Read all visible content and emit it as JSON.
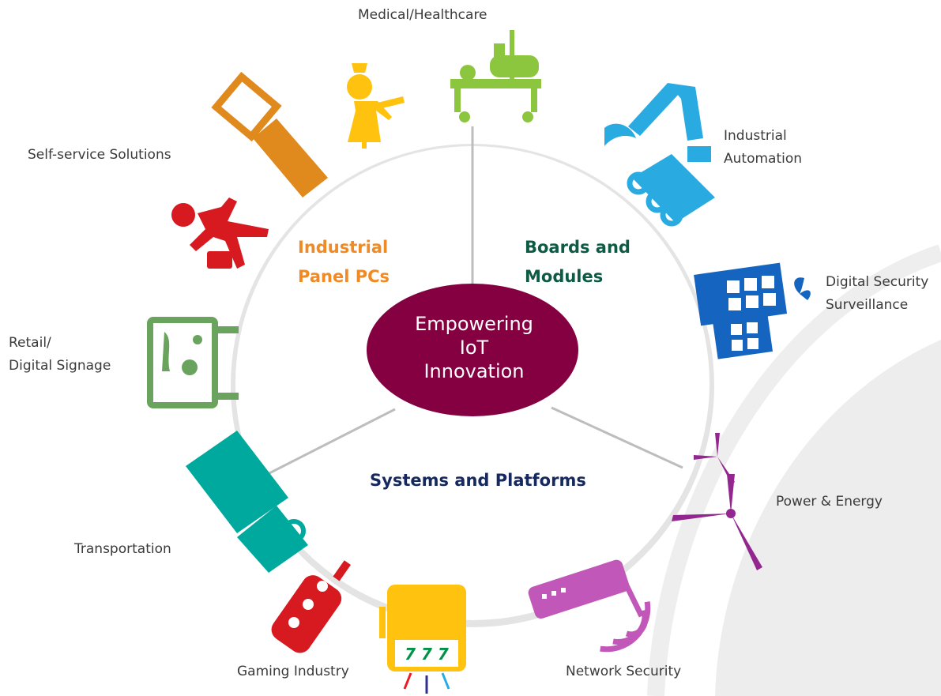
{
  "center": {
    "lines": [
      "Empowering",
      "IoT",
      "Innovation"
    ],
    "color": "#840041"
  },
  "sectors": [
    {
      "lines": [
        "Industrial",
        "Panel PCs"
      ],
      "color": "#f08a24"
    },
    {
      "lines": [
        "Boards and",
        "Modules"
      ],
      "color": "#0d5a45"
    },
    {
      "lines": [
        "Systems and Platforms"
      ],
      "color": "#15295e"
    }
  ],
  "industries": {
    "medical": {
      "lines": [
        "Medical/Healthcare"
      ],
      "icon": "hospital-bed-icon",
      "color": "#8cc63f"
    },
    "automation": {
      "lines": [
        "Industrial",
        "Automation"
      ],
      "icon": "robotic-arm-icon",
      "color": "#29abe2"
    },
    "security": {
      "lines": [
        "Digital Security",
        "Surveillance"
      ],
      "icon": "office-building-icon",
      "color": "#1565c0"
    },
    "energy": {
      "lines": [
        "Power & Energy"
      ],
      "icon": "wind-turbine-icon",
      "color": "#93278f"
    },
    "network": {
      "lines": [
        "Network Security"
      ],
      "icon": "wifi-router-icon",
      "color": "#c158b9"
    },
    "gaming": {
      "lines": [
        "Gaming Industry"
      ],
      "icon": "slot-machine-icon",
      "color": "#ffc20e"
    },
    "transport": {
      "lines": [
        "Transportation"
      ],
      "icon": "truck-icon",
      "color": "#00a99d"
    },
    "retail": {
      "lines": [
        "Retail/",
        "Digital Signage"
      ],
      "icon": "signage-board-icon",
      "color": "#6aa35e"
    },
    "selfservice": {
      "lines": [
        "Self-service Solutions"
      ],
      "icon": "kiosk-icon",
      "color": "#e08a1e"
    }
  }
}
